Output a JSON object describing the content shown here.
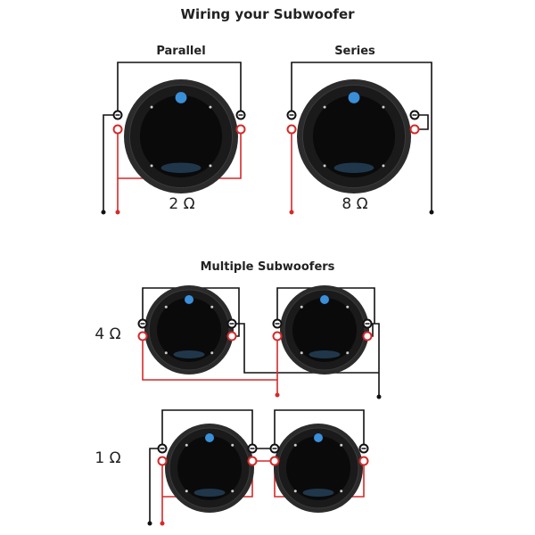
{
  "title": "Wiring  your Subwoofer",
  "sections": {
    "parallel": {
      "label": "Parallel",
      "impedance": "2 Ω"
    },
    "series": {
      "label": "Series",
      "impedance": "8 Ω"
    },
    "multiple": {
      "label": "Multiple Subwoofers",
      "rows": [
        {
          "impedance": "4 Ω"
        },
        {
          "impedance": "1 Ω"
        }
      ]
    }
  },
  "colors": {
    "negative_wire": "#111111",
    "positive_wire": "#d42a2a",
    "logo": "#3a8fd8"
  }
}
